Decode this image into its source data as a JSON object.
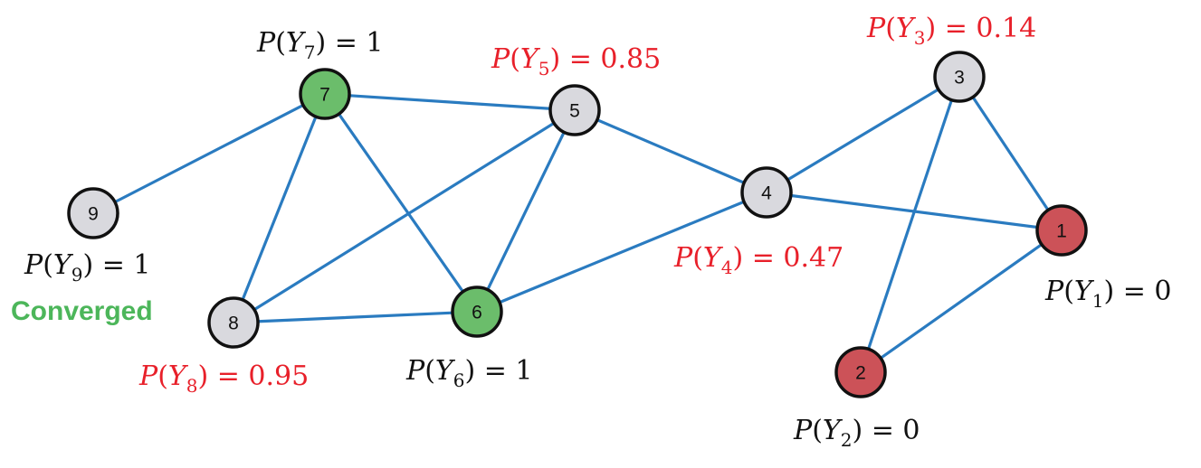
{
  "colors": {
    "edge": "#2a7bc0",
    "node_gray": "#d9d9de",
    "node_green": "#6bbd6b",
    "node_red": "#cc5258",
    "label_black": "#111111",
    "label_red": "#e8202a",
    "converged_green": "#4cb65a"
  },
  "nodes": [
    {
      "id": "1",
      "label": "1",
      "state": "red",
      "prob": {
        "var": "P",
        "arg": "Y",
        "sub": "1",
        "value": "0",
        "color": "black"
      }
    },
    {
      "id": "2",
      "label": "2",
      "state": "red",
      "prob": {
        "var": "P",
        "arg": "Y",
        "sub": "2",
        "value": "0",
        "color": "black"
      }
    },
    {
      "id": "3",
      "label": "3",
      "state": "gray",
      "prob": {
        "var": "P",
        "arg": "Y",
        "sub": "3",
        "value": "0.14",
        "color": "red"
      }
    },
    {
      "id": "4",
      "label": "4",
      "state": "gray",
      "prob": {
        "var": "P",
        "arg": "Y",
        "sub": "4",
        "value": "0.47",
        "color": "red"
      }
    },
    {
      "id": "5",
      "label": "5",
      "state": "gray",
      "prob": {
        "var": "P",
        "arg": "Y",
        "sub": "5",
        "value": "0.85",
        "color": "red"
      }
    },
    {
      "id": "6",
      "label": "6",
      "state": "green",
      "prob": {
        "var": "P",
        "arg": "Y",
        "sub": "6",
        "value": "1",
        "color": "black"
      }
    },
    {
      "id": "7",
      "label": "7",
      "state": "green",
      "prob": {
        "var": "P",
        "arg": "Y",
        "sub": "7",
        "value": "1",
        "color": "black"
      }
    },
    {
      "id": "8",
      "label": "8",
      "state": "gray",
      "prob": {
        "var": "P",
        "arg": "Y",
        "sub": "8",
        "value": "0.95",
        "color": "red"
      }
    },
    {
      "id": "9",
      "label": "9",
      "state": "gray",
      "prob": {
        "var": "P",
        "arg": "Y",
        "sub": "9",
        "value": "1",
        "color": "black"
      }
    }
  ],
  "edges": [
    [
      "7",
      "9"
    ],
    [
      "7",
      "8"
    ],
    [
      "7",
      "6"
    ],
    [
      "7",
      "5"
    ],
    [
      "5",
      "8"
    ],
    [
      "5",
      "6"
    ],
    [
      "5",
      "4"
    ],
    [
      "8",
      "6"
    ],
    [
      "6",
      "4"
    ],
    [
      "4",
      "3"
    ],
    [
      "4",
      "1"
    ],
    [
      "3",
      "1"
    ],
    [
      "3",
      "2"
    ],
    [
      "1",
      "2"
    ]
  ],
  "annotation": {
    "text": "Converged"
  }
}
